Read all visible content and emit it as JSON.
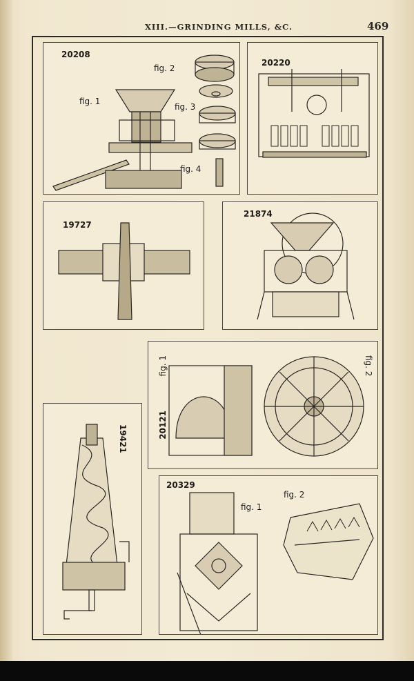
{
  "header": {
    "running_head": "XIII.—GRINDING MILLS, &C.",
    "page_number": "469"
  },
  "figures": {
    "f20208": {
      "number": "20208",
      "fig1": "fig. 1",
      "fig2": "fig. 2",
      "fig3": "fig. 3",
      "fig4": "fig. 4"
    },
    "f20220": {
      "number": "20220"
    },
    "f19727": {
      "number": "19727"
    },
    "f21874": {
      "number": "21874"
    },
    "f20121": {
      "number": "20121",
      "fig1": "fig. 1",
      "fig2": "fig. 2"
    },
    "f19421": {
      "number": "19421"
    },
    "f20329": {
      "number": "20329",
      "fig1": "fig. 1",
      "fig2": "fig. 2"
    }
  }
}
